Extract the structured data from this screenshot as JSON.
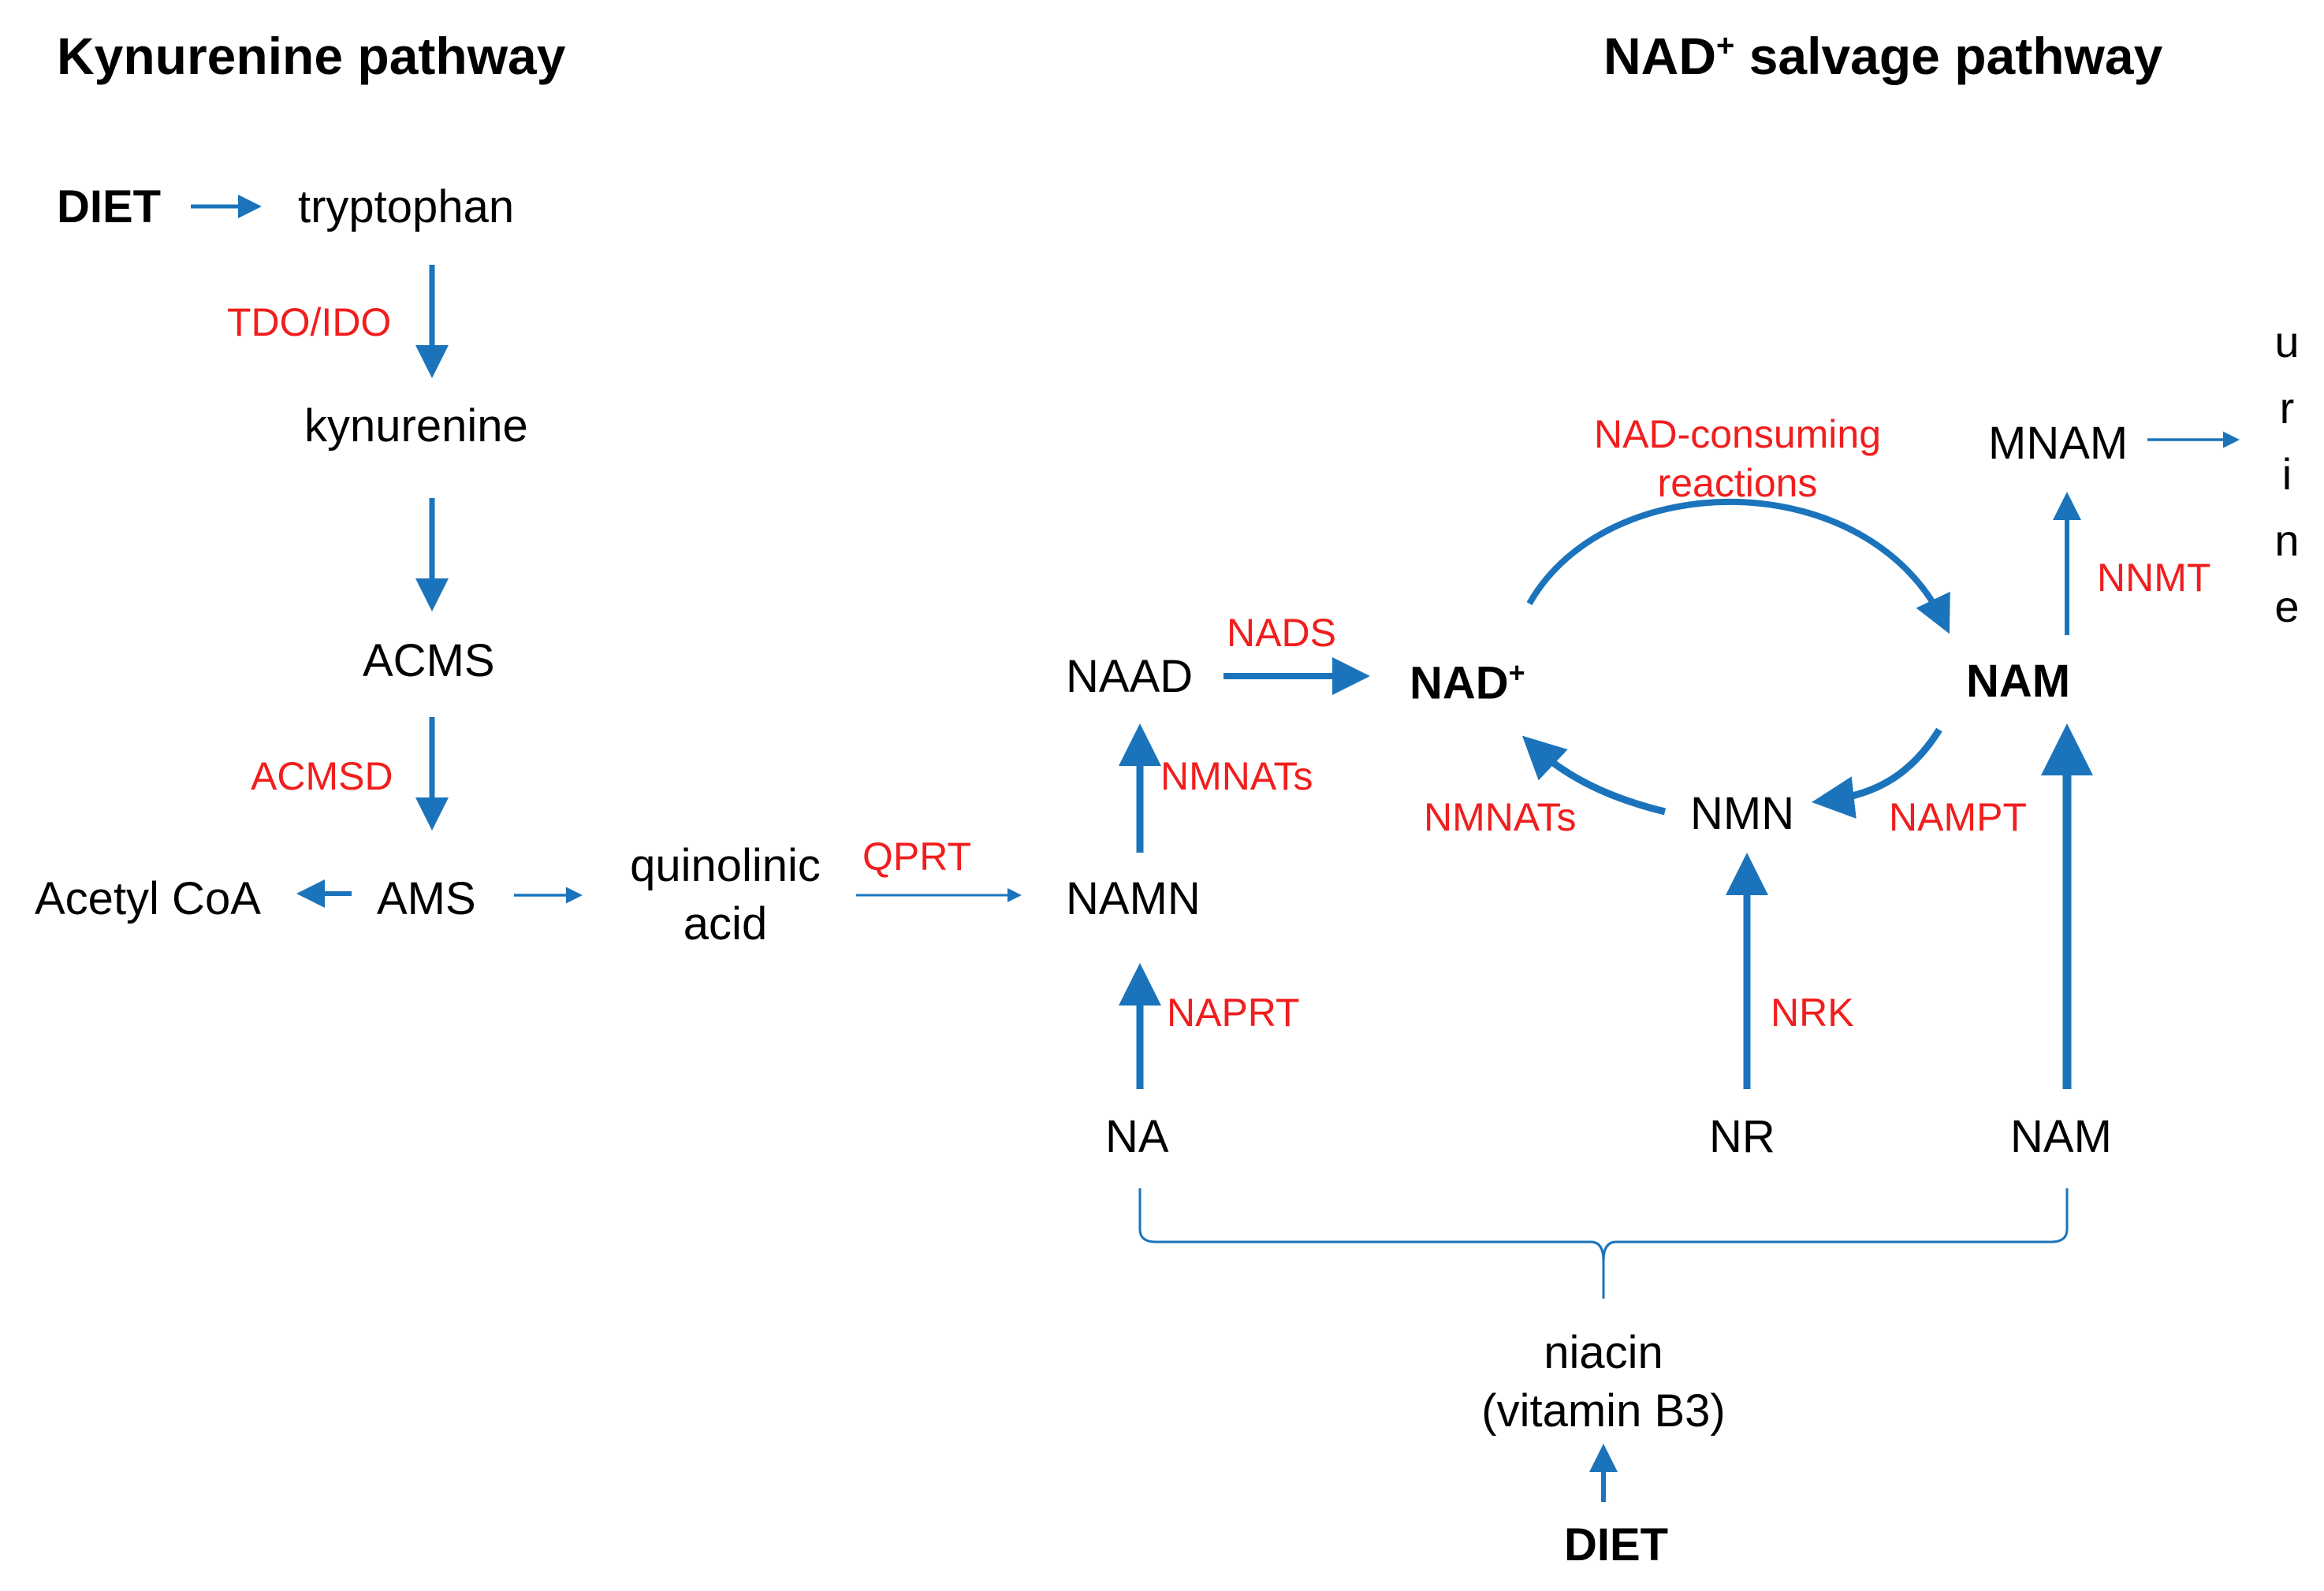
{
  "titles": {
    "kynurenine": "Kynurenine pathway",
    "salvage_prefix": "NAD",
    "salvage_sup": "+",
    "salvage_suffix": " salvage pathway"
  },
  "nodes": {
    "diet_top": "DIET",
    "tryptophan": "tryptophan",
    "kynurenine": "kynurenine",
    "acms": "ACMS",
    "ams": "AMS",
    "acetyl_coa": "Acetyl CoA",
    "quinolinic_line1": "quinolinic",
    "quinolinic_line2": "acid",
    "namn": "NAMN",
    "naad": "NAAD",
    "nad": "NAD",
    "nad_sup": "+",
    "nam": "NAM",
    "nmn": "NMN",
    "mnam": "MNAM",
    "na": "NA",
    "nr": "NR",
    "nam_bottom": "NAM",
    "niacin_line1": "niacin",
    "niacin_line2": "(vitamin B3)",
    "diet_bottom": "DIET"
  },
  "urine_letters": [
    "u",
    "r",
    "i",
    "n",
    "e"
  ],
  "enzymes": {
    "tdo_ido": "TDO/IDO",
    "acmsd": "ACMSD",
    "qprt": "QPRT",
    "naprt": "NAPRT",
    "nmnats_left": "NMNATs",
    "nads": "NADS",
    "nad_consuming_line1": "NAD-consuming",
    "nad_consuming_line2": "reactions",
    "nmnats_right": "NMNATs",
    "nampt": "NAMPT",
    "nrk": "NRK",
    "nnmt": "NNMT"
  },
  "colors": {
    "arrow": "#1b74bb",
    "enzyme": "#f01e1e",
    "text": "#000000"
  }
}
